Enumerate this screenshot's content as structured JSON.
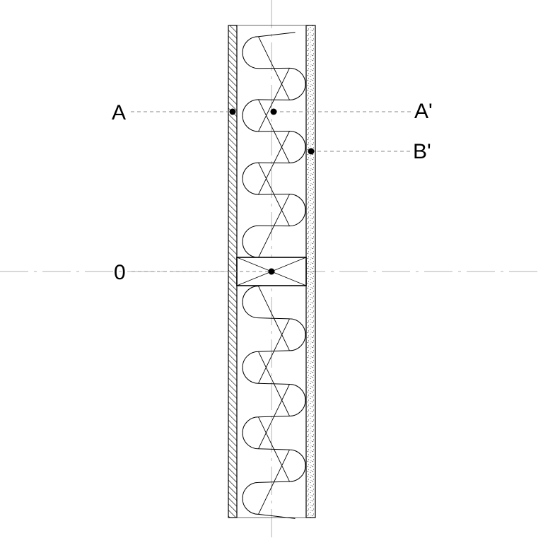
{
  "labels": {
    "a": "A",
    "a_prime": "A'",
    "b_prime": "B'",
    "zero": "0"
  },
  "colors": {
    "stroke": "#000000",
    "dashed_line": "#8a8a8a",
    "centerline": "#b0b0b0",
    "background": "#ffffff"
  }
}
